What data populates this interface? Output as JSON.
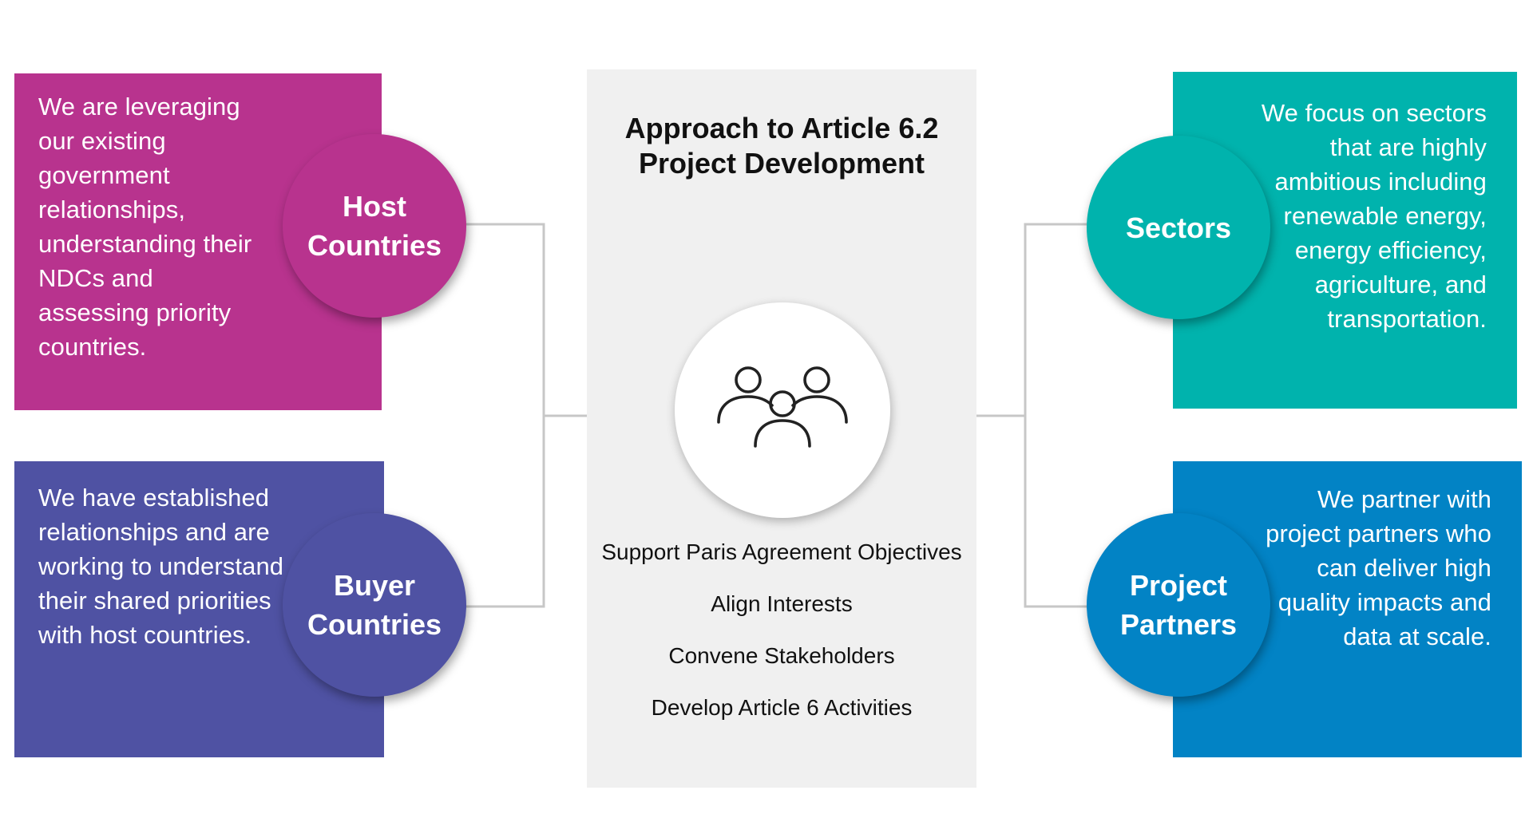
{
  "center": {
    "title": "Approach to Article 6.2 Project Development",
    "icon": "people-group-icon",
    "items": [
      "Support Paris Agreement Objectives",
      "Align Interests",
      "Convene Stakeholders",
      "Develop Article 6 Activities"
    ]
  },
  "host": {
    "label": "Host Countries",
    "text": "We are leveraging our existing government relationships, understanding their NDCs and assessing priority countries.",
    "color": "#b8338e"
  },
  "buyer": {
    "label": "Buyer Countries",
    "text": "We have established relationships and are working to understand their shared priorities with host countries.",
    "color": "#4f52a3"
  },
  "sectors": {
    "label": "Sectors",
    "text": "We focus on sectors that are highly ambitious including renewable energy, energy efficiency, agriculture, and transportation.",
    "color": "#00b3ad"
  },
  "partners": {
    "label": "Project Partners",
    "text": "We partner with project partners who can deliver high quality impacts and data at scale.",
    "color": "#0283c5"
  }
}
